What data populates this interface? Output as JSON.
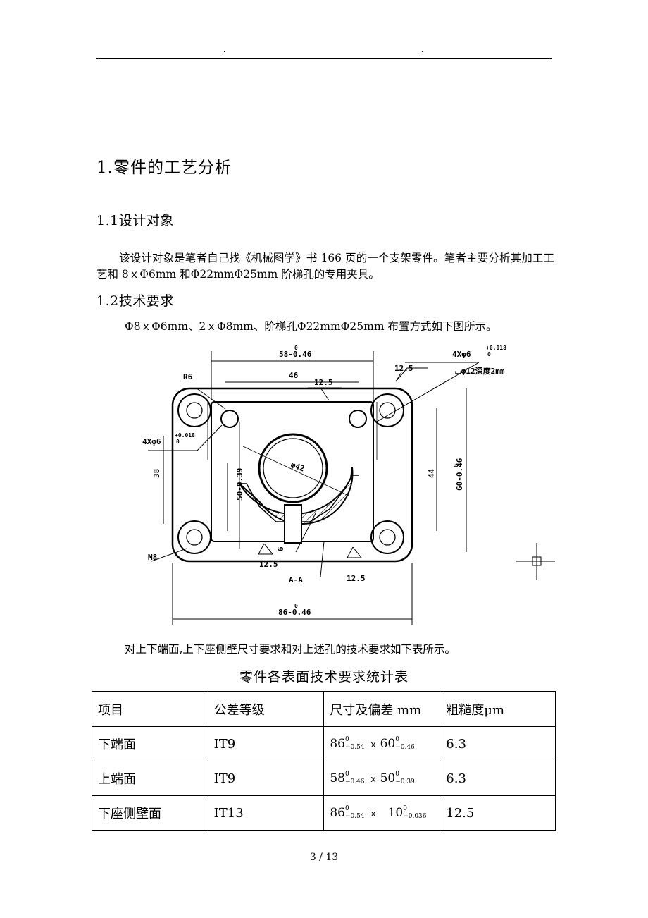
{
  "header": {
    "dot_left": ".",
    "dot_right": "."
  },
  "section1_title": "1.零件的工艺分析",
  "section11": {
    "title": "1.1设计对象",
    "paragraph": "该设计对象是笔者自己找《机械图学》书 166 页的一个支架零件。笔者主要分析其加工工艺和 8ｘΦ6mm 和Φ22mmΦ25mm 阶梯孔的专用夹具。"
  },
  "section12": {
    "title": "1.2技术要求",
    "paragraph": "Φ8ｘΦ6mm、2ｘΦ8mm、阶梯孔Φ22mmΦ25mm 布置方式如下图所示。"
  },
  "drawing": {
    "dims": {
      "top_width": "58-0.46",
      "top_width_sup": "0",
      "inner_46": "46",
      "rough_12_5": "12.5",
      "hole_spec_a": "4Xφ6",
      "hole_spec_a_tol": "+0.018",
      "hole_spec_a_tol0": "0",
      "counterbore": "⌴φ12深度2mm",
      "radius": "R6",
      "left_38": "38",
      "center_50": "50-0.39",
      "diameter_42": "φ42",
      "right_44": "44",
      "right_60": "60-0.46",
      "right_60_sup": "0",
      "m8": "M8",
      "six": "6",
      "section": "A-A",
      "bottom_width": "86-0.46",
      "bottom_width_sup": "0"
    }
  },
  "caption_text": "对上下端面,上下座侧壁尺寸要求和对上述孔的技术要求如下表所示。",
  "table": {
    "title": "零件各表面技术要求统计表",
    "headers": [
      "项目",
      "公差等级",
      "尺寸及偏差 mm",
      "粗糙度μm"
    ],
    "rows": [
      {
        "item": "下端面",
        "grade": "IT9",
        "d1": "86",
        "d1_up": "0",
        "d1_low": "−0.54",
        "x": "ｘ",
        "d2": "60",
        "d2_up": "0",
        "d2_low": "−0.46",
        "rough": "6.3"
      },
      {
        "item": "上端面",
        "grade": "IT9",
        "d1": "58",
        "d1_up": "0",
        "d1_low": "−0.46",
        "x": "ｘ",
        "d2": "50",
        "d2_up": "0",
        "d2_low": "−0.39",
        "rough": "6.3"
      },
      {
        "item": "下座侧壁面",
        "grade": "IT13",
        "d1": "86",
        "d1_up": "0",
        "d1_low": "−0.54",
        "x": "ｘ",
        "d2": "10",
        "d2_up": "0",
        "d2_low": "−0.036",
        "rough": "12.5"
      }
    ]
  },
  "footer": {
    "page": "3 / 13"
  }
}
